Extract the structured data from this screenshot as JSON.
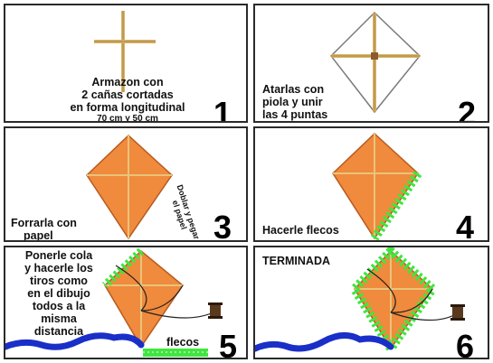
{
  "steps": [
    {
      "number": "1",
      "lines": [
        "Armazon con",
        "2 cañas cortadas",
        "en forma longitudinal"
      ],
      "measure": "70 cm y 50 cm"
    },
    {
      "number": "2",
      "lines": [
        "Atarlas con",
        "piola y unir",
        "las 4 puntas"
      ]
    },
    {
      "number": "3",
      "caption": [
        "Forrarla con",
        "papel"
      ],
      "side_note": [
        "Doblar y pegar",
        "el papel"
      ]
    },
    {
      "number": "4",
      "caption": [
        "Hacerle flecos"
      ]
    },
    {
      "number": "5",
      "lines": [
        "Ponerle cola",
        "y hacerle los",
        "tiros como",
        "en el dibujo",
        "todos a la",
        "misma",
        "distancia"
      ],
      "fringe_label": "flecos"
    },
    {
      "number": "6",
      "title": "TERMINADA"
    }
  ],
  "colors": {
    "kite_fill": "#f08a3c",
    "kite_stroke": "#b85a1e",
    "stick": "#d7b36a",
    "fringe": "#3fe63f",
    "tail": "#1a2fc8",
    "spool": "#5a3a1e"
  }
}
